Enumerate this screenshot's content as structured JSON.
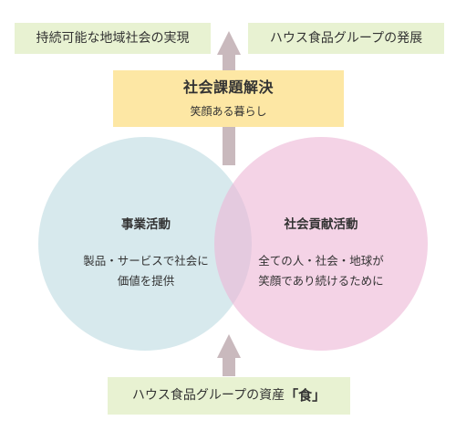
{
  "top_left": "持続可能な地域社会の実現",
  "top_right": "ハウス食品グループの発展",
  "core": {
    "title": "社会課題解決",
    "subtitle": "笑顔ある暮らし"
  },
  "left_circle": {
    "title": "事業活動",
    "line1": "製品・サービスで社会に",
    "line2": "価値を提供"
  },
  "right_circle": {
    "title": "社会貢献活動",
    "line1": "全ての人・社会・地球が",
    "line2": "笑顔であり続けるために"
  },
  "bottom": {
    "prefix": "ハウス食品グループの資産",
    "emphasis": "「食」"
  },
  "colors": {
    "green_box": "#e8f2d2",
    "yellow_box": "#fde7a4",
    "blue_circle": "#d5e8ec",
    "pink_circle": "#f1c8e1",
    "arrow": "#c9b9bd"
  }
}
